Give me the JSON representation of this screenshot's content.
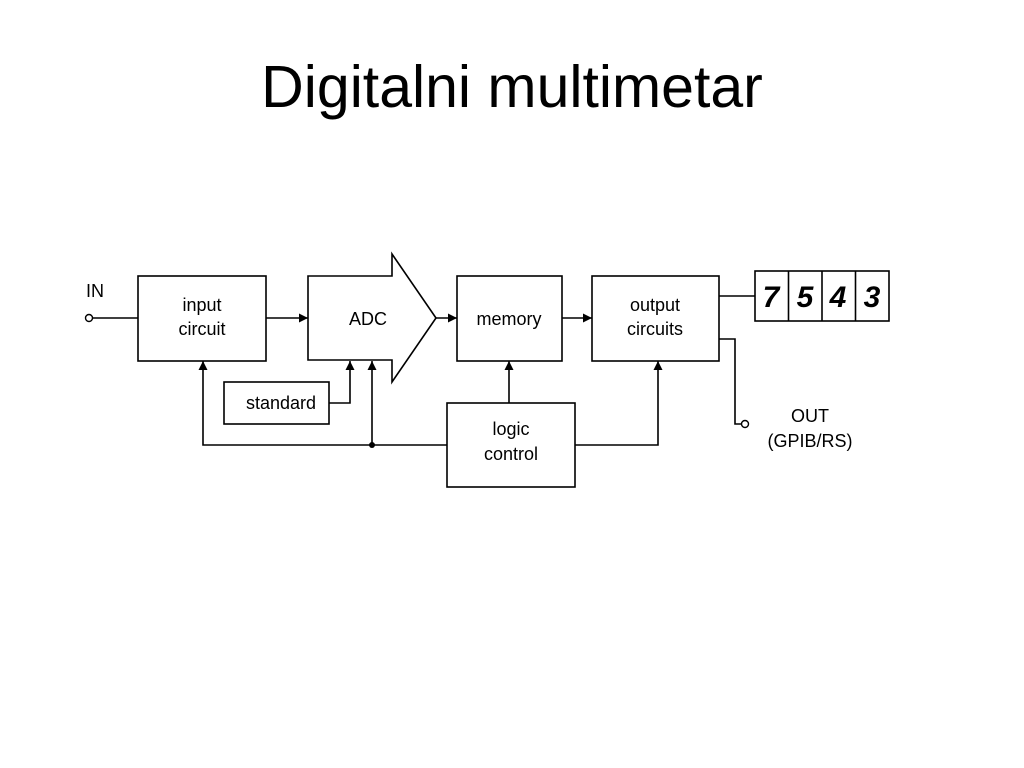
{
  "title": "Digitalni multimetar",
  "diagram": {
    "input_label": "IN",
    "blocks": {
      "input_circuit": [
        "input",
        "circuit"
      ],
      "adc": "ADC",
      "memory": "memory",
      "output_circuits": [
        "output",
        "circuits"
      ],
      "standard": "standard",
      "logic_control": [
        "logic",
        "control"
      ]
    },
    "display_digits": [
      "7",
      "5",
      "4",
      "3"
    ],
    "output_label": [
      "OUT",
      "(GPIB/RS)"
    ]
  }
}
